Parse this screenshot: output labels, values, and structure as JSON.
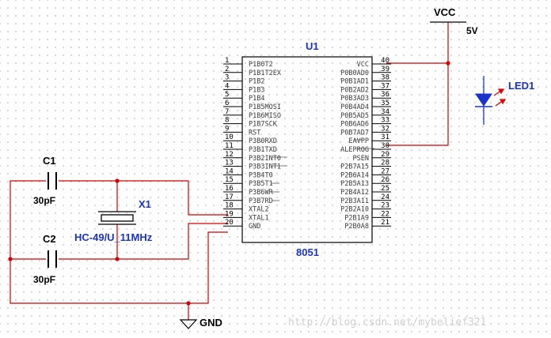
{
  "ic": {
    "designator": "U1",
    "type": "8051",
    "left_pins": [
      {
        "num": "1",
        "name": "P1B0T2"
      },
      {
        "num": "2",
        "name": "P1B1T2EX"
      },
      {
        "num": "3",
        "name": "P1B2"
      },
      {
        "num": "4",
        "name": "P1B3"
      },
      {
        "num": "5",
        "name": "P1B4"
      },
      {
        "num": "6",
        "name": "P1B5MOSI"
      },
      {
        "num": "7",
        "name": "P1B6MISO"
      },
      {
        "num": "8",
        "name": "P1B7SCK"
      },
      {
        "num": "9",
        "name": "RST"
      },
      {
        "num": "10",
        "name": "P3B0RXD"
      },
      {
        "num": "11",
        "name": "P3B1TXD"
      },
      {
        "num": "12",
        "name": "P3B2INT0"
      },
      {
        "num": "13",
        "name": "P3B3INT1"
      },
      {
        "num": "14",
        "name": "P3B4T0"
      },
      {
        "num": "15",
        "name": "P3B5T1"
      },
      {
        "num": "16",
        "name": "P3B6WR"
      },
      {
        "num": "17",
        "name": "P3B7RD"
      },
      {
        "num": "18",
        "name": "XTAL2"
      },
      {
        "num": "19",
        "name": "XTAL1"
      },
      {
        "num": "20",
        "name": "GND"
      }
    ],
    "right_pins": [
      {
        "num": "40",
        "name": "VCC"
      },
      {
        "num": "39",
        "name": "P0B0AD0"
      },
      {
        "num": "38",
        "name": "P0B1AD1"
      },
      {
        "num": "37",
        "name": "P0B2AD2"
      },
      {
        "num": "36",
        "name": "P0B3AD3"
      },
      {
        "num": "35",
        "name": "P0B4AD4"
      },
      {
        "num": "34",
        "name": "P0B5AD5"
      },
      {
        "num": "33",
        "name": "P0B6AD6"
      },
      {
        "num": "32",
        "name": "P0B7AD7"
      },
      {
        "num": "31",
        "name": "EAVPP"
      },
      {
        "num": "30",
        "name": "ALEPROG"
      },
      {
        "num": "29",
        "name": "PSEN"
      },
      {
        "num": "28",
        "name": "P2B7A15"
      },
      {
        "num": "27",
        "name": "P2B6A14"
      },
      {
        "num": "26",
        "name": "P2B5A13"
      },
      {
        "num": "25",
        "name": "P2B4A12"
      },
      {
        "num": "24",
        "name": "P2B3A11"
      },
      {
        "num": "23",
        "name": "P2B2A10"
      },
      {
        "num": "22",
        "name": "P2B1A9"
      },
      {
        "num": "21",
        "name": "P2B0A8"
      }
    ]
  },
  "power": {
    "net": "VCC",
    "voltage": "5V"
  },
  "ground": {
    "net": "GND"
  },
  "c1": {
    "designator": "C1",
    "value": "30pF"
  },
  "c2": {
    "designator": "C2",
    "value": "30pF"
  },
  "x1": {
    "designator": "X1",
    "value": "HC-49/U_11MHz"
  },
  "led": {
    "designator": "LED1"
  },
  "watermark": "http://blog.csdn.net/mybelief321",
  "colors": {
    "wire": "#d40000",
    "component": "#000000",
    "label": "#1a33cc",
    "led": "#1a33cc",
    "led_arrows": "#e00000"
  }
}
